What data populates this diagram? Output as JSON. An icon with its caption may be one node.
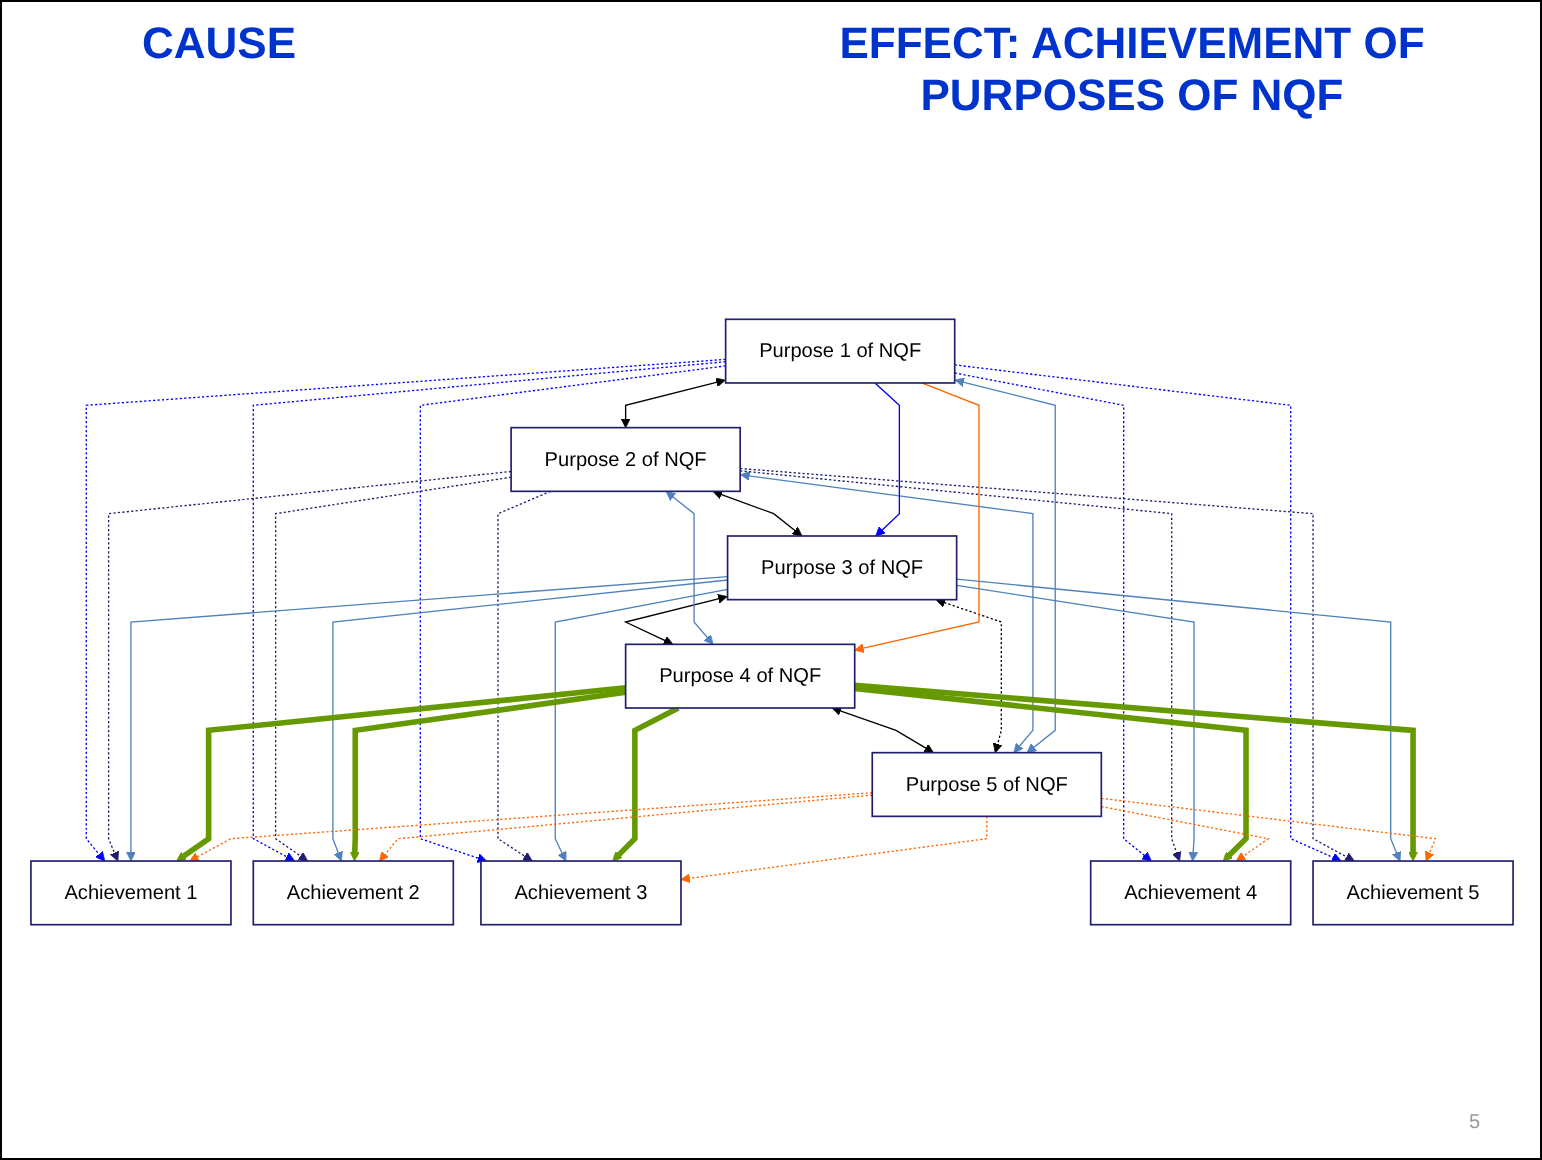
{
  "diagram": {
    "nodes": [
      {
        "text": [
          "Purpose 1 of NQF"
        ]
      },
      {
        "text": [
          "Purpose 2 of NQF"
        ]
      },
      {
        "text": [
          "Purpose 3 of NQF"
        ]
      },
      {
        "text": [
          "Purpose 4 of NQF"
        ]
      },
      {
        "text": [
          "Purpose 5 of NQF"
        ]
      },
      {
        "text": [
          "Achievement 1"
        ]
      },
      {
        "text": [
          "Achievement 2"
        ]
      },
      {
        "text": [
          "Achievement 3"
        ]
      },
      {
        "text": [
          "Achievement 4"
        ]
      },
      {
        "text": [
          "Achievement 5"
        ]
      }
    ],
    "edges": [
      {
        "from": 0,
        "to": 1,
        "arrow": "both",
        "color": "#000000"
      },
      {
        "from": 1,
        "to": 2,
        "arrow": "both",
        "color": "#000000"
      },
      {
        "from": 2,
        "to": 3,
        "arrow": "both",
        "color": "#000000"
      },
      {
        "from": 3,
        "to": 4,
        "arrow": "both",
        "color": "#000000"
      },
      {
        "from": 2,
        "to": 4,
        "arrow": "both",
        "style": "dashed",
        "color": "#000000"
      },
      {
        "from": 1,
        "to": 3,
        "arrow": "both",
        "color": "#4f81bd"
      },
      {
        "from": 1,
        "to": 4,
        "arrow": "both",
        "color": "#4f81bd"
      },
      {
        "from": 0,
        "to": 2,
        "arrow": "to",
        "color": "#0000ff"
      },
      {
        "from": 0,
        "to": 3,
        "arrow": "to",
        "color": "#ff6600"
      },
      {
        "from": 0,
        "to": 4,
        "arrow": "both",
        "color": "#4f81bd"
      },
      {
        "from": 0,
        "to": 5,
        "arrow": "to",
        "style": "dashed",
        "color": "#0000ff"
      },
      {
        "from": 0,
        "to": 6,
        "arrow": "to",
        "style": "dashed",
        "color": "#0000ff"
      },
      {
        "from": 0,
        "to": 7,
        "arrow": "to",
        "style": "dashed",
        "color": "#0000ff"
      },
      {
        "from": 0,
        "to": 8,
        "arrow": "to",
        "style": "dashed",
        "color": "#0000ff"
      },
      {
        "from": 0,
        "to": 9,
        "arrow": "to",
        "style": "dashed",
        "color": "#0000ff"
      },
      {
        "from": 1,
        "to": 5,
        "arrow": "to",
        "style": "dashed",
        "color": "#1f1f6e"
      },
      {
        "from": 1,
        "to": 6,
        "arrow": "to",
        "style": "dashed",
        "color": "#1f1f6e"
      },
      {
        "from": 1,
        "to": 7,
        "arrow": "to",
        "style": "dashed",
        "color": "#1f1f6e"
      },
      {
        "from": 1,
        "to": 8,
        "arrow": "to",
        "style": "dashed",
        "color": "#1f1f6e"
      },
      {
        "from": 1,
        "to": 9,
        "arrow": "to",
        "style": "dashed",
        "color": "#1f1f6e"
      },
      {
        "from": 2,
        "to": 5,
        "arrow": "to",
        "color": "#4f81bd"
      },
      {
        "from": 2,
        "to": 6,
        "arrow": "to",
        "color": "#4f81bd"
      },
      {
        "from": 2,
        "to": 7,
        "arrow": "to",
        "color": "#4f81bd"
      },
      {
        "from": 2,
        "to": 8,
        "arrow": "to",
        "color": "#4f81bd"
      },
      {
        "from": 2,
        "to": 9,
        "arrow": "to",
        "color": "#4f81bd"
      },
      {
        "from": 3,
        "to": 5,
        "arrow": "to",
        "style": "thick",
        "color": "#669900"
      },
      {
        "from": 3,
        "to": 6,
        "arrow": "to",
        "style": "thick",
        "color": "#669900"
      },
      {
        "from": 3,
        "to": 7,
        "arrow": "to",
        "style": "thick",
        "color": "#669900"
      },
      {
        "from": 3,
        "to": 8,
        "arrow": "to",
        "style": "thick",
        "color": "#669900"
      },
      {
        "from": 3,
        "to": 9,
        "arrow": "to",
        "style": "thick",
        "color": "#669900"
      },
      {
        "from": 4,
        "to": 5,
        "arrow": "to",
        "style": "dashed",
        "color": "#ff6600"
      },
      {
        "from": 4,
        "to": 6,
        "arrow": "to",
        "style": "dashed",
        "color": "#ff6600"
      },
      {
        "from": 4,
        "to": 7,
        "arrow": "to",
        "style": "dashed",
        "color": "#ff6600"
      },
      {
        "from": 4,
        "to": 8,
        "arrow": "to",
        "style": "dashed",
        "color": "#ff6600"
      },
      {
        "from": 4,
        "to": 9,
        "arrow": "to",
        "style": "dashed",
        "color": "#ff6600"
      }
    ],
    "labels": [
      "CAUSE",
      "EFFECT: ACHIEVEMENT OF PURPOSES OF NQF",
      "5"
    ]
  }
}
